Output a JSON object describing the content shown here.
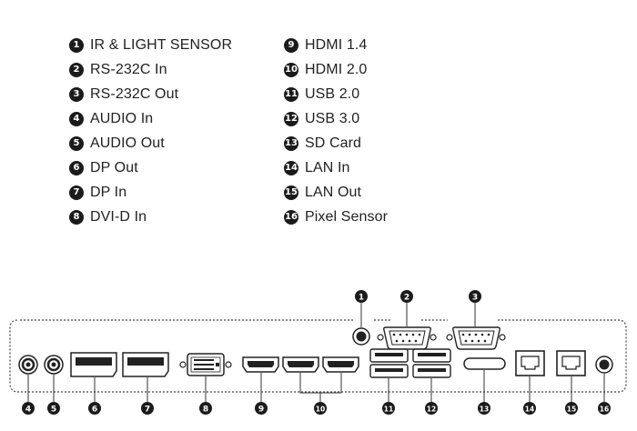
{
  "legend": [
    {
      "num": "1",
      "label": "IR & LIGHT SENSOR"
    },
    {
      "num": "2",
      "label": "RS-232C In"
    },
    {
      "num": "3",
      "label": "RS-232C Out"
    },
    {
      "num": "4",
      "label": "AUDIO In"
    },
    {
      "num": "5",
      "label": "AUDIO Out"
    },
    {
      "num": "6",
      "label": "DP Out"
    },
    {
      "num": "7",
      "label": "DP In"
    },
    {
      "num": "8",
      "label": "DVI-D In"
    },
    {
      "num": "9",
      "label": "HDMI 1.4"
    },
    {
      "num": "10",
      "label": "HDMI 2.0"
    },
    {
      "num": "11",
      "label": "USB 2.0"
    },
    {
      "num": "12",
      "label": "USB 3.0"
    },
    {
      "num": "13",
      "label": "SD Card"
    },
    {
      "num": "14",
      "label": "LAN In"
    },
    {
      "num": "15",
      "label": "LAN Out"
    },
    {
      "num": "16",
      "label": "Pixel Sensor"
    }
  ]
}
